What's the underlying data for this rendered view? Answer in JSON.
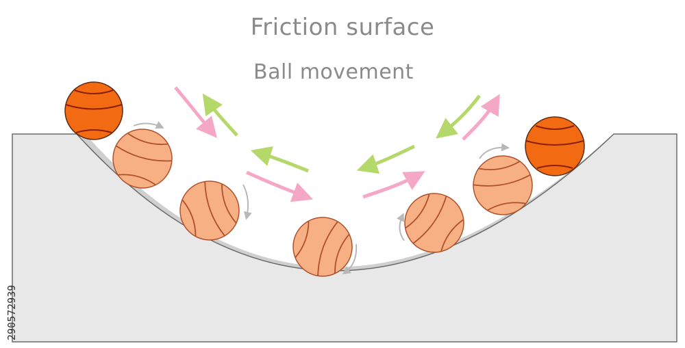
{
  "title": "Friction surface",
  "subtitle": "Ball movement",
  "stock_id": "290572939",
  "colors": {
    "surface_fill": "#e8e8e8",
    "surface_stroke": "#6a6a6a",
    "ball_dark": "#f26a12",
    "ball_light": "#f7b083",
    "seam_dark": "#8a1f0a",
    "seam_light": "#b0502a",
    "arrow_pink": "#f5a8c6",
    "arrow_green": "#b5d86a",
    "rotation_arrow": "#b8b8b8",
    "text": "#8a8a8a"
  },
  "balls": [
    {
      "id": "left-start",
      "shade": "dark"
    },
    {
      "id": "left-1",
      "shade": "light"
    },
    {
      "id": "left-2",
      "shade": "light"
    },
    {
      "id": "bottom",
      "shade": "light"
    },
    {
      "id": "right-2",
      "shade": "light"
    },
    {
      "id": "right-1",
      "shade": "light"
    },
    {
      "id": "right-end",
      "shade": "dark"
    }
  ],
  "arrows": [
    {
      "id": "left-upper-down",
      "color": "pink",
      "direction": "down-right"
    },
    {
      "id": "left-upper-up",
      "color": "green",
      "direction": "up-left"
    },
    {
      "id": "left-lower-down",
      "color": "pink",
      "direction": "right"
    },
    {
      "id": "left-lower-up",
      "color": "green",
      "direction": "left"
    },
    {
      "id": "right-lower-up",
      "color": "pink",
      "direction": "up-right"
    },
    {
      "id": "right-lower-down",
      "color": "green",
      "direction": "down-left"
    },
    {
      "id": "right-upper-up",
      "color": "pink",
      "direction": "up-right"
    },
    {
      "id": "right-upper-down",
      "color": "green",
      "direction": "down-left"
    }
  ]
}
